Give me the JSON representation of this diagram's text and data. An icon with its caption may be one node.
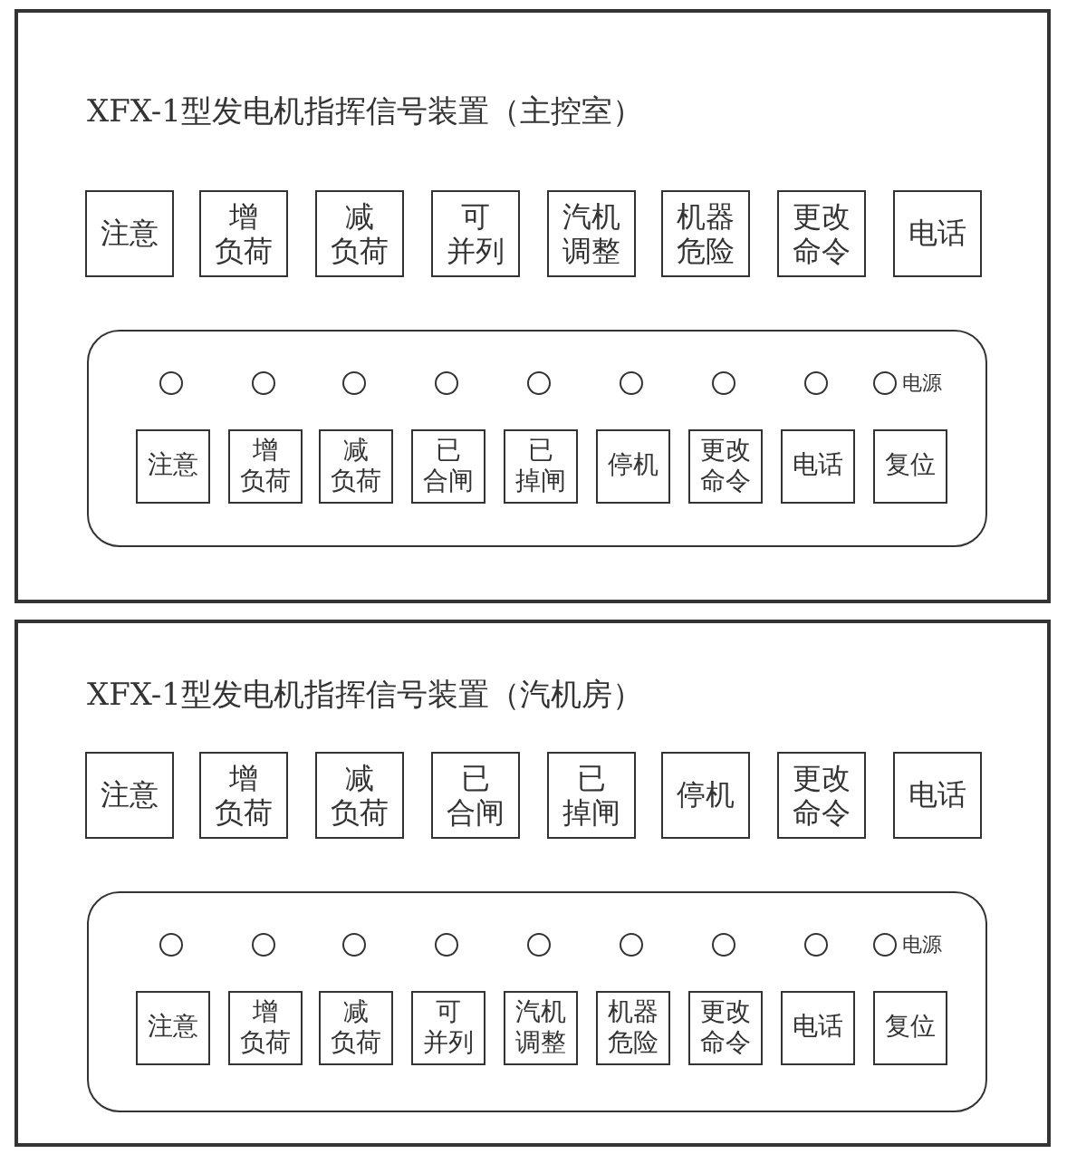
{
  "diagram": {
    "nodes": [
      {
        "text": [
          "XFX-1型发电机指挥信号装置（主控室）"
        ]
      },
      {
        "text": [
          "注意"
        ],
        "in": 0
      },
      {
        "text": [
          "增负荷"
        ],
        "in": 0
      },
      {
        "text": [
          "减负荷"
        ],
        "in": 0
      },
      {
        "text": [
          "可并列"
        ],
        "in": 0
      },
      {
        "text": [
          "汽机调整"
        ],
        "in": 0
      },
      {
        "text": [
          "机器危险"
        ],
        "in": 0
      },
      {
        "text": [
          "更改命令"
        ],
        "in": 0
      },
      {
        "text": [
          "电话"
        ],
        "in": 0
      },
      {
        "text": [],
        "shape": "box",
        "in": 0
      },
      {
        "text": [],
        "shape": "circle",
        "in": 9
      },
      {
        "text": [],
        "shape": "circle",
        "in": 9
      },
      {
        "text": [],
        "shape": "circle",
        "in": 9
      },
      {
        "text": [],
        "shape": "circle",
        "in": 9
      },
      {
        "text": [],
        "shape": "circle",
        "in": 9
      },
      {
        "text": [],
        "shape": "circle",
        "in": 9
      },
      {
        "text": [],
        "shape": "circle",
        "in": 9
      },
      {
        "text": [],
        "shape": "circle",
        "in": 9
      },
      {
        "text": [],
        "shape": "circle",
        "in": 9,
        "beside": [
          "电源"
        ]
      },
      {
        "text": [
          "注意"
        ],
        "in": 9
      },
      {
        "text": [
          "增负荷"
        ],
        "in": 9
      },
      {
        "text": [
          "减负荷"
        ],
        "in": 9
      },
      {
        "text": [
          "已合闸"
        ],
        "in": 9
      },
      {
        "text": [
          "已掉闸"
        ],
        "in": 9
      },
      {
        "text": [
          "停机"
        ],
        "in": 9
      },
      {
        "text": [
          "更改命令"
        ],
        "in": 9
      },
      {
        "text": [
          "电话"
        ],
        "in": 9
      },
      {
        "text": [
          "复位"
        ],
        "in": 9
      },
      {
        "text": [
          "XFX-1型发电机指挥信号装置（汽机房）"
        ]
      },
      {
        "text": [
          "注意"
        ],
        "in": 28
      },
      {
        "text": [
          "增负荷"
        ],
        "in": 28
      },
      {
        "text": [
          "减负荷"
        ],
        "in": 28
      },
      {
        "text": [
          "已合闸"
        ],
        "in": 28
      },
      {
        "text": [
          "已掉闸"
        ],
        "in": 28
      },
      {
        "text": [
          "停机"
        ],
        "in": 28
      },
      {
        "text": [
          "更改命令"
        ],
        "in": 28
      },
      {
        "text": [
          "电话"
        ],
        "in": 28
      },
      {
        "text": [],
        "shape": "box",
        "in": 28
      },
      {
        "text": [],
        "shape": "circle",
        "in": 37
      },
      {
        "text": [],
        "shape": "circle",
        "in": 37
      },
      {
        "text": [],
        "shape": "circle",
        "in": 37
      },
      {
        "text": [],
        "shape": "circle",
        "in": 37
      },
      {
        "text": [],
        "shape": "circle",
        "in": 37
      },
      {
        "text": [],
        "shape": "circle",
        "in": 37
      },
      {
        "text": [],
        "shape": "circle",
        "in": 37
      },
      {
        "text": [],
        "shape": "circle",
        "in": 37
      },
      {
        "text": [],
        "shape": "circle",
        "in": 37,
        "beside": [
          "电源"
        ]
      },
      {
        "text": [
          "注意"
        ],
        "in": 37
      },
      {
        "text": [
          "增负荷"
        ],
        "in": 37
      },
      {
        "text": [
          "减负荷"
        ],
        "in": 37
      },
      {
        "text": [
          "可并列"
        ],
        "in": 37
      },
      {
        "text": [
          "汽机调整"
        ],
        "in": 37
      },
      {
        "text": [
          "机器危险"
        ],
        "in": 37
      },
      {
        "text": [
          "更改命令"
        ],
        "in": 37
      },
      {
        "text": [
          "电话"
        ],
        "in": 37
      },
      {
        "text": [
          "复位"
        ],
        "in": 37
      }
    ]
  }
}
